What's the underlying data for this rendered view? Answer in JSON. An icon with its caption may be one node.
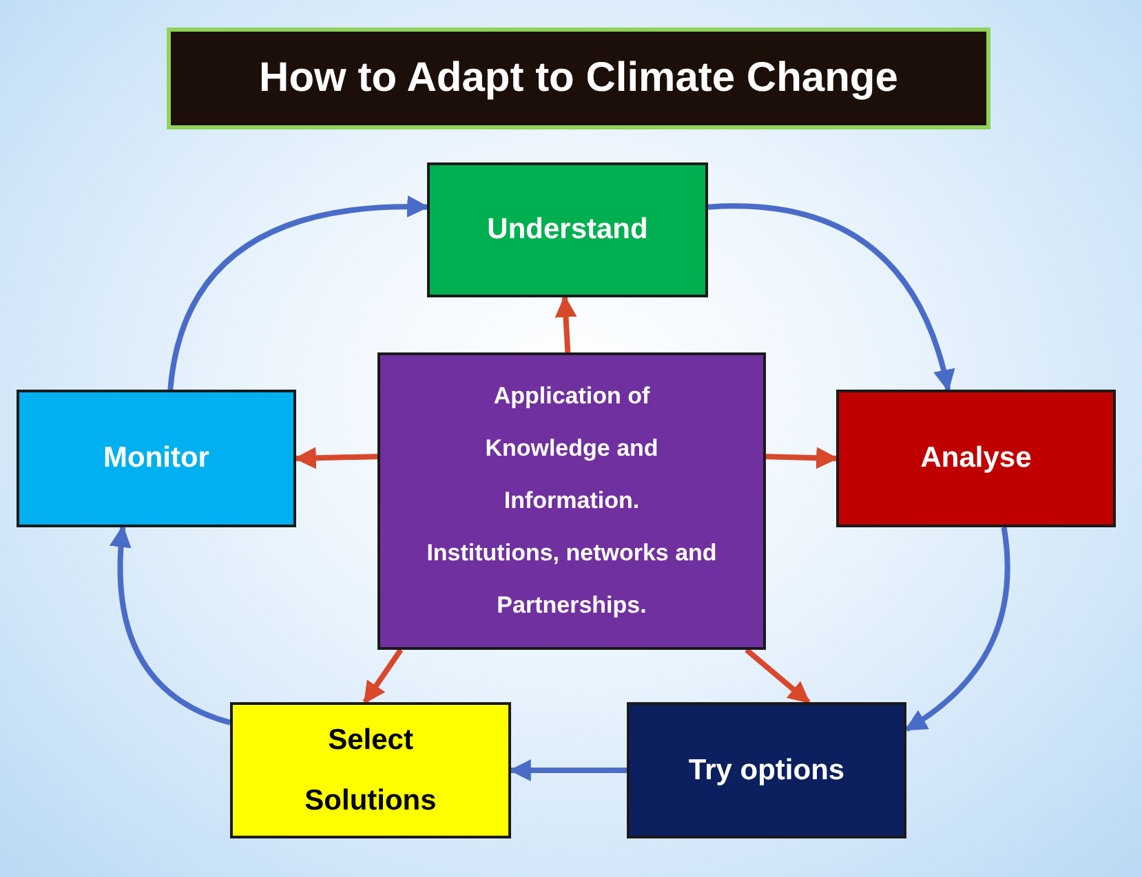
{
  "diagram": {
    "title": "How to Adapt to Climate Change",
    "nodes": [
      {
        "text": [
          "Understand"
        ]
      },
      {
        "text": [
          "Analyse"
        ]
      },
      {
        "text": [
          "Try options"
        ]
      },
      {
        "text": [
          "Select Solutions"
        ]
      },
      {
        "text": [
          "Monitor"
        ]
      },
      {
        "text": [
          "Application of Knowledge and Information.",
          "Institutions, networks and Partnerships."
        ]
      }
    ],
    "edges": [
      {
        "from": 0,
        "to": 1,
        "arrow": "to"
      },
      {
        "from": 1,
        "to": 2,
        "arrow": "to"
      },
      {
        "from": 2,
        "to": 3,
        "arrow": "to"
      },
      {
        "from": 3,
        "to": 4,
        "arrow": "to"
      },
      {
        "from": 4,
        "to": 0,
        "arrow": "to"
      },
      {
        "from": 5,
        "to": 0,
        "arrow": "to",
        "color": "#d9482b"
      },
      {
        "from": 5,
        "to": 1,
        "arrow": "to",
        "color": "#d9482b"
      },
      {
        "from": 5,
        "to": 2,
        "arrow": "to",
        "color": "#d9482b"
      },
      {
        "from": 5,
        "to": 3,
        "arrow": "to",
        "color": "#d9482b"
      },
      {
        "from": 5,
        "to": 4,
        "arrow": "to",
        "color": "#d9482b"
      }
    ]
  }
}
